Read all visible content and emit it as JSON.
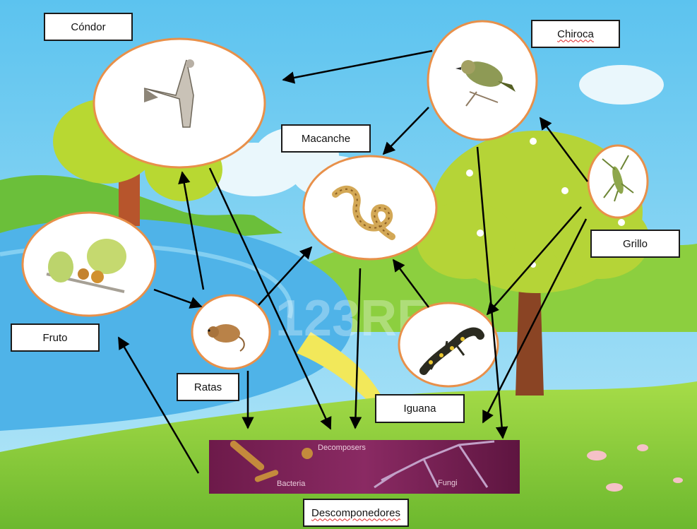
{
  "diagram": {
    "type": "food-web",
    "nodes": [
      {
        "id": "condor",
        "label": "Cóndor",
        "icon": "condor-icon"
      },
      {
        "id": "chiroca",
        "label": "Chiroca",
        "icon": "bird-icon"
      },
      {
        "id": "macanche",
        "label": "Macanche",
        "icon": "snake-icon"
      },
      {
        "id": "grillo",
        "label": "Grillo",
        "icon": "cricket-icon"
      },
      {
        "id": "fruto",
        "label": "Fruto",
        "icon": "fruit-icon"
      },
      {
        "id": "ratas",
        "label": "Ratas",
        "icon": "rat-icon"
      },
      {
        "id": "iguana",
        "label": "Iguana",
        "icon": "iguana-icon"
      },
      {
        "id": "descomponedores",
        "label": "Descomponedores",
        "icon": "bacteria-fungi-icon"
      }
    ],
    "edges": [
      {
        "from": "chiroca",
        "to": "condor"
      },
      {
        "from": "chiroca",
        "to": "macanche"
      },
      {
        "from": "chiroca",
        "to": "descomponedores"
      },
      {
        "from": "grillo",
        "to": "chiroca"
      },
      {
        "from": "grillo",
        "to": "iguana"
      },
      {
        "from": "grillo",
        "to": "descomponedores"
      },
      {
        "from": "fruto",
        "to": "ratas"
      },
      {
        "from": "ratas",
        "to": "condor"
      },
      {
        "from": "ratas",
        "to": "macanche"
      },
      {
        "from": "ratas",
        "to": "descomponedores"
      },
      {
        "from": "iguana",
        "to": "macanche"
      },
      {
        "from": "macanche",
        "to": "descomponedores"
      },
      {
        "from": "condor",
        "to": "descomponedores"
      },
      {
        "from": "descomponedores",
        "to": "fruto"
      }
    ],
    "decomposer_image_text": {
      "top": "Decomposers",
      "left": "Bacteria",
      "right": "Fungi"
    },
    "watermark": "123RF",
    "colors": {
      "sky": "#7fd0f0",
      "grass": "#8fd040",
      "water": "#4fb3e8",
      "node_border": "#e8904a",
      "arrow": "#000000",
      "decomposer_bg": "#7a1f55"
    }
  }
}
